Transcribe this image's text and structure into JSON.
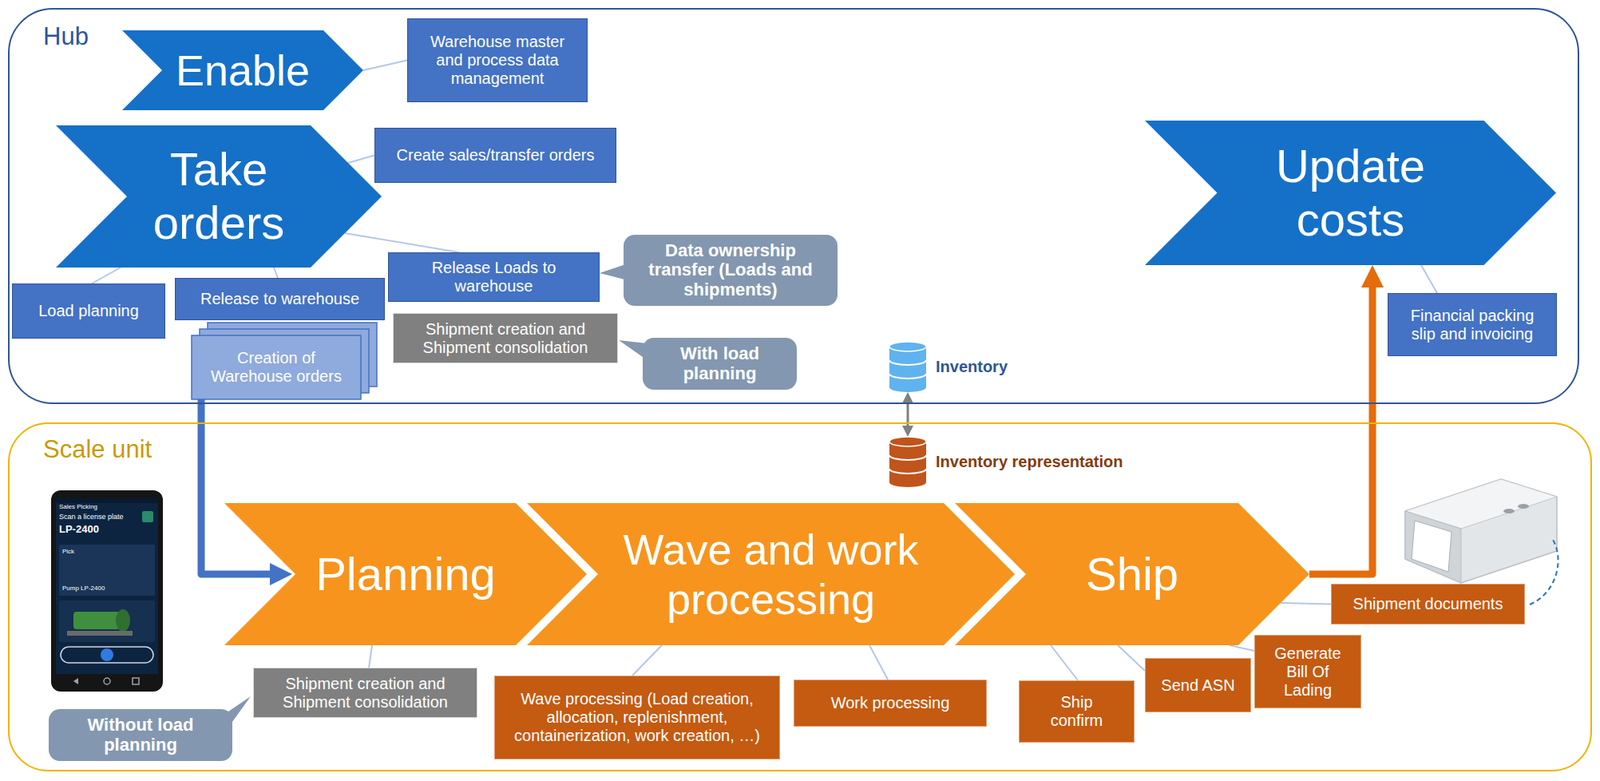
{
  "diagram": {
    "nodes": [
      {
        "text": [
          "Hub"
        ]
      },
      {
        "text": [
          "Enable"
        ],
        "in": 0
      },
      {
        "text": [
          "Warehouse master and process data management"
        ],
        "in": 0
      },
      {
        "text": [
          "Take orders"
        ],
        "in": 0
      },
      {
        "text": [
          "Create sales/transfer orders"
        ],
        "in": 0
      },
      {
        "text": [
          "Load planning"
        ],
        "in": 0
      },
      {
        "text": [
          "Release to warehouse"
        ],
        "in": 0
      },
      {
        "text": [
          "Creation of Warehouse orders"
        ],
        "in": 0
      },
      {
        "text": [
          "Release Loads to warehouse"
        ],
        "in": 0
      },
      {
        "text": [
          "Shipment creation and Shipment consolidation"
        ],
        "in": 0
      },
      {
        "text": [
          "Data ownership transfer (Loads and shipments)"
        ],
        "in": 0
      },
      {
        "text": [
          "With load planning"
        ],
        "in": 0
      },
      {
        "text": [
          "Inventory"
        ],
        "in": 0
      },
      {
        "text": [
          "Update costs"
        ],
        "in": 0
      },
      {
        "text": [
          "Financial packing slip and invoicing"
        ],
        "in": 0
      },
      {
        "text": [
          "Scale unit"
        ]
      },
      {
        "text": [
          "Inventory representation"
        ],
        "in": 15
      },
      {
        "text": [
          "Planning"
        ],
        "in": 15
      },
      {
        "text": [
          "Wave and work processing"
        ],
        "in": 15
      },
      {
        "text": [
          "Ship"
        ],
        "in": 15
      },
      {
        "text": [
          "Shipment documents"
        ],
        "in": 15
      },
      {
        "text": [
          "Shipment creation and Shipment consolidation"
        ],
        "in": 15
      },
      {
        "text": [
          "Without load planning"
        ],
        "in": 15
      },
      {
        "text": [
          "Wave processing (Load creation, allocation, replenishment, containerization, work creation, …)"
        ],
        "in": 15
      },
      {
        "text": [
          "Work processing"
        ],
        "in": 15
      },
      {
        "text": [
          "Ship confirm"
        ],
        "in": 15
      },
      {
        "text": [
          "Send ASN"
        ],
        "in": 15
      },
      {
        "text": [
          "Generate Bill Of Lading"
        ],
        "in": 15
      }
    ],
    "edges": [
      {
        "from": 1,
        "to": 2,
        "arrow": "none"
      },
      {
        "from": 3,
        "to": 4,
        "arrow": "none"
      },
      {
        "from": 3,
        "to": 8,
        "arrow": "none"
      },
      {
        "from": 3,
        "to": 5,
        "arrow": "none"
      },
      {
        "from": 3,
        "to": 6,
        "arrow": "none"
      },
      {
        "from": 7,
        "to": 17,
        "arrow": "to"
      },
      {
        "from": 12,
        "to": 16,
        "arrow": "both"
      },
      {
        "from": 19,
        "to": 13,
        "arrow": "to"
      },
      {
        "from": 13,
        "to": 14,
        "arrow": "none"
      },
      {
        "from": 17,
        "to": 21,
        "arrow": "none"
      },
      {
        "from": 18,
        "to": 23,
        "arrow": "none"
      },
      {
        "from": 18,
        "to": 24,
        "arrow": "none"
      },
      {
        "from": 19,
        "to": 25,
        "arrow": "none"
      },
      {
        "from": 19,
        "to": 26,
        "arrow": "none"
      },
      {
        "from": 19,
        "to": 27,
        "arrow": "none"
      },
      {
        "from": 19,
        "to": 20,
        "arrow": "none"
      }
    ],
    "labels": [
      "Sales Picking",
      "Scan a license plate",
      "LP-2400",
      "Pick",
      "Pump LP-2400"
    ]
  }
}
